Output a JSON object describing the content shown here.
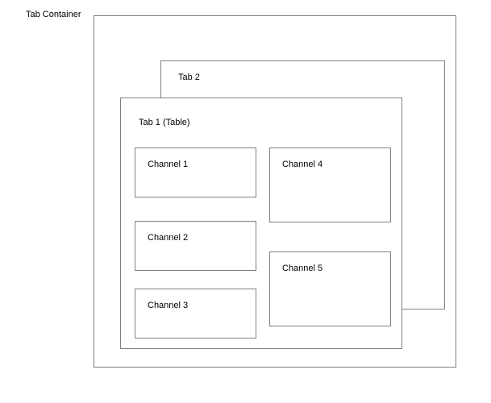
{
  "diagram": {
    "background_color": "#ffffff",
    "line_color": "#808080",
    "text_color": "#000000",
    "outer_container": {
      "label": "Tab Container"
    },
    "tabs": [
      {
        "id": "tab-2",
        "label": "Tab 2",
        "selected": false
      },
      {
        "id": "tab-1",
        "label": "Tab 1 (Table)",
        "selected": true
      }
    ],
    "channels": [
      {
        "id": "channel-1",
        "label": "Channel 1",
        "column": "left"
      },
      {
        "id": "channel-2",
        "label": "Channel 2",
        "column": "left"
      },
      {
        "id": "channel-3",
        "label": "Channel 3",
        "column": "left"
      },
      {
        "id": "channel-4",
        "label": "Channel 4",
        "column": "right"
      },
      {
        "id": "channel-5",
        "label": "Channel 5",
        "column": "right"
      }
    ]
  }
}
